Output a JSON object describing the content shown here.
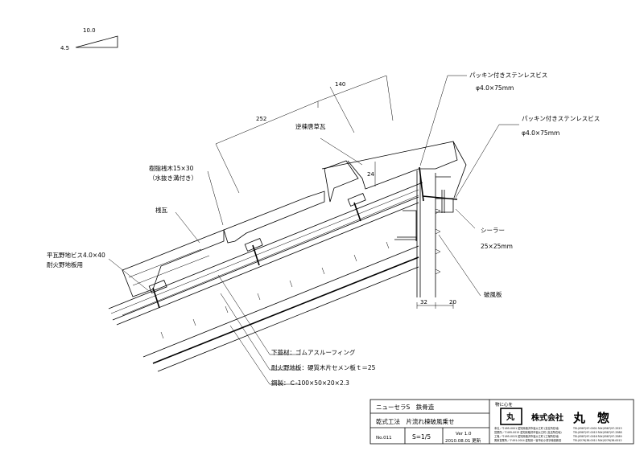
{
  "slope": {
    "run": "10.0",
    "rise": "4.5"
  },
  "dimensions": {
    "d140": "140",
    "d252": "252",
    "d24": "24",
    "d32": "32",
    "d20": "20"
  },
  "labels": {
    "screw_top_name": "パッキン付きステンレスビス",
    "screw_top_size": "φ4.0×75mm",
    "screw_side_name": "パッキン付きステンレスビス",
    "screw_side_size": "φ4.0×75mm",
    "gyakumune": "逆棟唐草瓦",
    "batten_1": "樹脂桟木15×30",
    "batten_2": "（水抜き溝付き）",
    "sangawara": "桟瓦",
    "hiragawara_1": "平瓦野地ビス4.0×40",
    "hiragawara_2": "耐火野地板用",
    "sealer": "シーラー",
    "sealer_size": "25×25mm",
    "hafu": "破風板",
    "underlay": "下葺材：ゴムアスルーフィング",
    "board": "耐火野地板：硬質木片セメン板ｔ＝25",
    "steel": "鋼製：Ｃ-100×50×20×2.3"
  },
  "title_block": {
    "product": "ニューセラS　鉄骨造",
    "method": "乾式工法　片流れ棟破風乗せ",
    "number": "No.011",
    "scale": "S=1/5",
    "version": "Ver 1.0",
    "date": "2010.08.01 更新",
    "motto": "物に心を",
    "seal_char": "丸",
    "company_prefix": "株式会社",
    "company_name": "丸　惣",
    "contact_lines": [
      "本社／〒495-0001 愛知県稲沢市祖父江町 (支社所在地)",
      "営業所／〒495-0015 愛知県稲沢市祖父江町 (支店所在地)",
      "工場／〒495-0015 愛知県稲沢市祖父江町 (工場所在地)",
      "関東営業所／〒491-0014 愛知県一宮市北小渕字南西新田"
    ],
    "tel_lines": [
      "TEL(0587)97-0001 FAX(0587)97-2523",
      "TEL(0587)97-0015 FAX(0587)97-2588",
      "TEL(0587)97-0016 FAX(0587)97-2589",
      "TEL(0276)38-0011 FAX(0276)38-0012"
    ]
  }
}
